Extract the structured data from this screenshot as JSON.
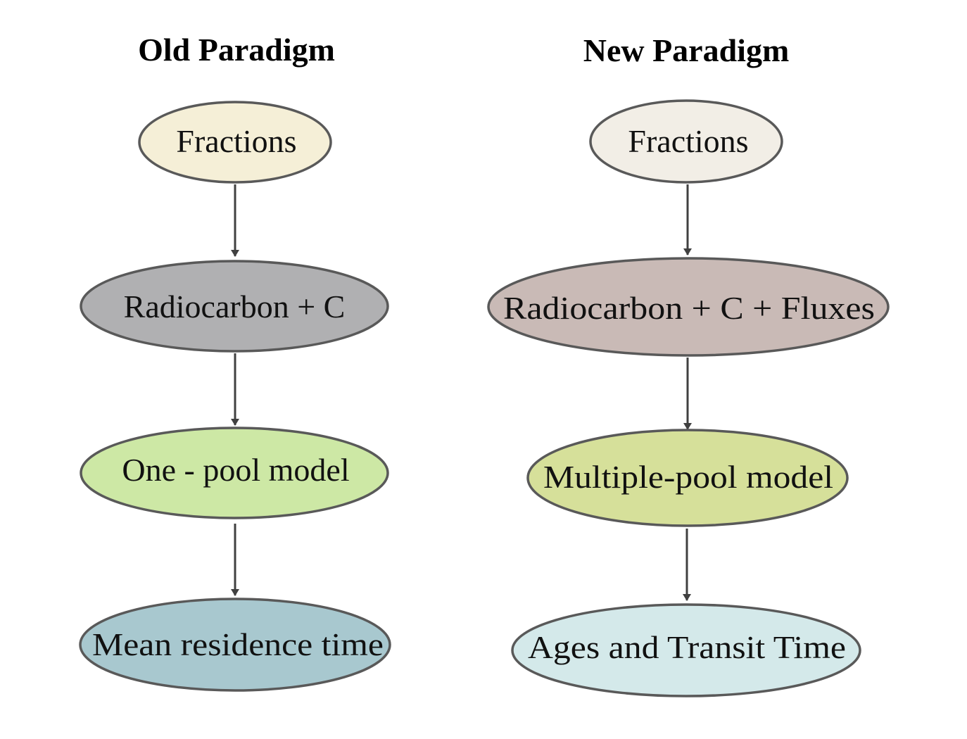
{
  "columns": [
    {
      "heading": "Old Paradigm",
      "nodes": [
        {
          "label": "Fractions",
          "fill": "#f5efd7"
        },
        {
          "label": "Radiocarbon + C",
          "fill": "#b0b0b2"
        },
        {
          "label": "One - pool model",
          "fill": "#cde8a5"
        },
        {
          "label": "Mean residence time",
          "fill": "#a8c8cf"
        }
      ]
    },
    {
      "heading": "New Paradigm",
      "nodes": [
        {
          "label": "Fractions",
          "fill": "#f2eee6"
        },
        {
          "label": "Radiocarbon + C + Fluxes",
          "fill": "#c9bab6"
        },
        {
          "label": "Multiple-pool model",
          "fill": "#d6e09a"
        },
        {
          "label": "Ages and Transit Time",
          "fill": "#d4e9ea"
        }
      ]
    }
  ],
  "colors": {
    "outline": "#595959",
    "arrow": "#404040"
  }
}
